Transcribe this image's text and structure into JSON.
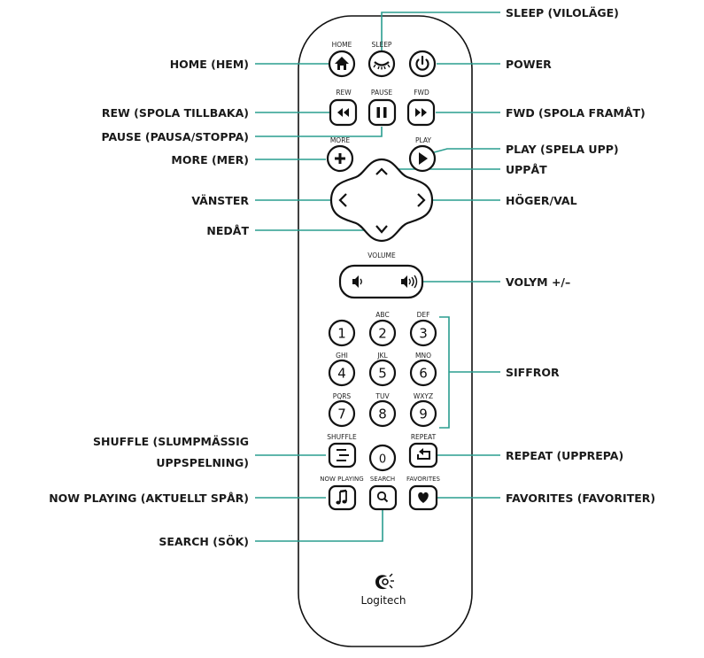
{
  "callouts": {
    "sleep": "SLEEP (VILOLÄGE)",
    "home": "HOME (HEM)",
    "power": "POWER",
    "rew": "REW (SPOLA TILLBAKA)",
    "fwd": "FWD (SPOLA FRAMÅT)",
    "pause": "PAUSE (PAUSA/STOPPA)",
    "play": "PLAY (SPELA UPP)",
    "more": "MORE (MER)",
    "up": "UPPÅT",
    "left": "VÄNSTER",
    "right": "HÖGER/VAL",
    "down": "NEDÅT",
    "volume": "VOLYM +/–",
    "numbers": "SIFFROR",
    "shuffle_line1": "SHUFFLE (SLUMPMÄSSIG",
    "shuffle_line2": "UPPSPELNING)",
    "repeat": "REPEAT (UPPREPA)",
    "now_playing": "NOW PLAYING (AKTUELLT SPÅR)",
    "favorites": "FAVORITES (FAVORITER)",
    "search": "SEARCH (SÖK)"
  },
  "remote": {
    "labels": {
      "home": "HOME",
      "sleep": "SLEEP",
      "rew": "REW",
      "pause": "PAUSE",
      "fwd": "FWD",
      "more": "MORE",
      "play": "PLAY",
      "volume": "VOLUME",
      "abc": "ABC",
      "def": "DEF",
      "ghi": "GHI",
      "jkl": "JKL",
      "mno": "MNO",
      "pqrs": "PQRS",
      "tuv": "TUV",
      "wxyz": "WXYZ",
      "shuffle": "SHUFFLE",
      "repeat": "REPEAT",
      "now_playing": "NOW PLAYING",
      "search": "SEARCH",
      "favorites": "FAVORITES"
    },
    "digits": [
      "1",
      "2",
      "3",
      "4",
      "5",
      "6",
      "7",
      "8",
      "9",
      "0"
    ],
    "logo": "Logitech",
    "icons": {
      "home": "house-icon",
      "sleep": "sleep-icon",
      "power": "power-icon",
      "rew": "rewind-icon",
      "pause": "pause-icon",
      "fwd": "fast-forward-icon",
      "more": "plus-icon",
      "play": "play-icon",
      "up": "chevron-up-icon",
      "left": "chevron-left-icon",
      "right": "chevron-right-icon",
      "down": "chevron-down-icon",
      "vol_down": "speaker-low-icon",
      "vol_up": "speaker-high-icon",
      "shuffle": "shuffle-icon",
      "repeat": "repeat-icon",
      "now_playing": "music-note-icon",
      "search": "magnifier-icon",
      "favorites": "heart-icon",
      "logo": "logitech-logo-icon"
    },
    "colors": {
      "leader": "#2a9d8f",
      "outline": "#111111"
    }
  }
}
